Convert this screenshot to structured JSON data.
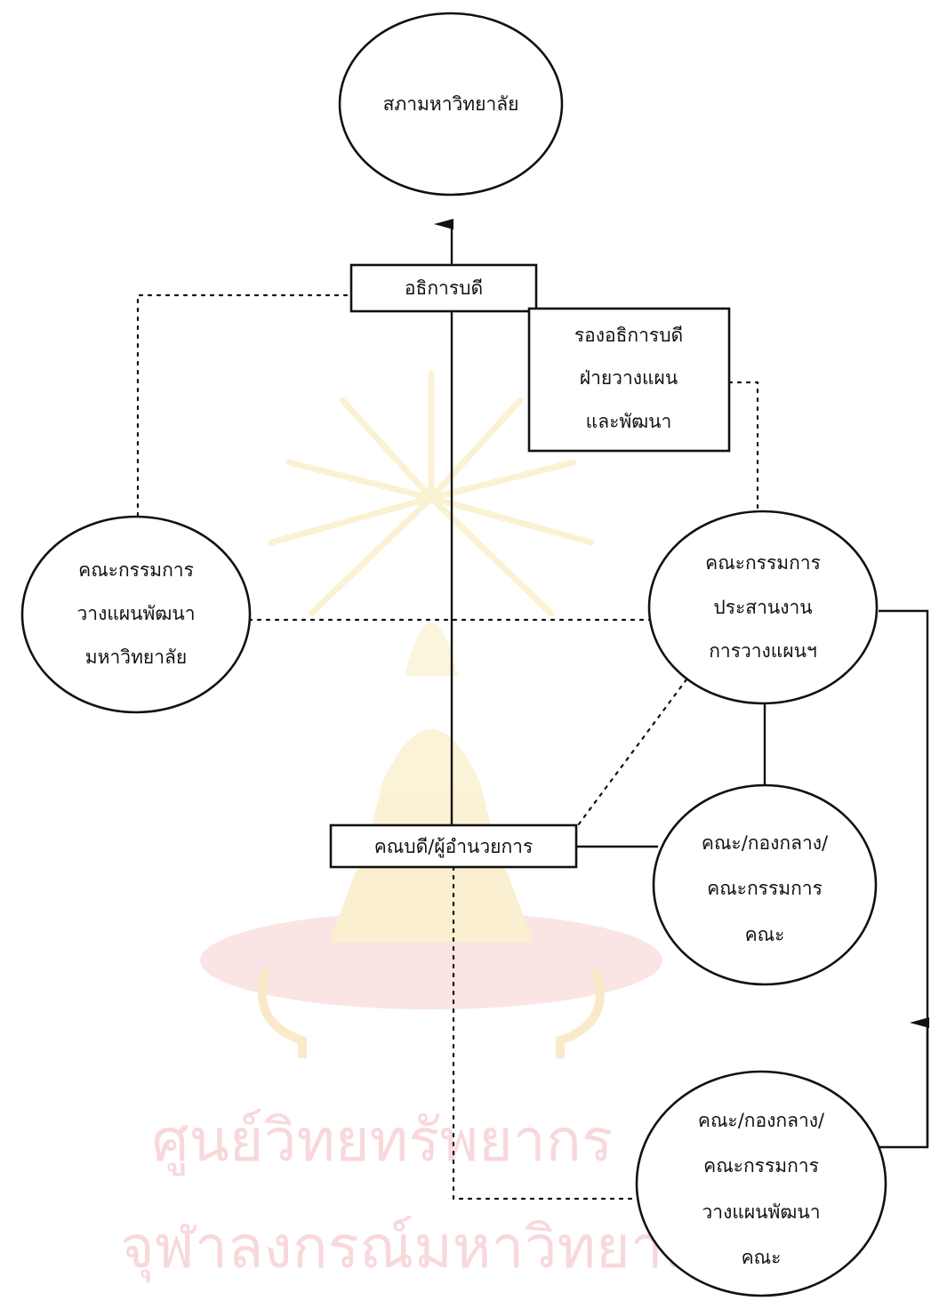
{
  "watermark": {
    "line1": "ศูนย์วิทยทรัพยากร",
    "line2": "จุฬาลงกรณ์มหาวิทยาลัย"
  },
  "nodes": {
    "university_council": [
      "สภามหาวิทยาลัย"
    ],
    "president": [
      "อธิการบดี"
    ],
    "vp_planning": [
      "รองอธิการบดี",
      "ฝ่ายวางแผน",
      "และพัฒนา"
    ],
    "univ_planning_committee": [
      "คณะกรรมการ",
      "วางแผนพัฒนา",
      "มหาวิทยาลัย"
    ],
    "coordination_committee": [
      "คณะกรรมการ",
      "ประสานงาน",
      "การวางแผนฯ"
    ],
    "dean_director": [
      "คณบดี/ผู้อำนวยการ"
    ],
    "faculty_committee": [
      "คณะ/กองกลาง/",
      "คณะกรรมการ",
      "คณะ"
    ],
    "faculty_planning_committee": [
      "คณะ/กองกลาง/",
      "คณะกรรมการ",
      "วางแผนพัฒนา",
      "คณะ"
    ]
  }
}
